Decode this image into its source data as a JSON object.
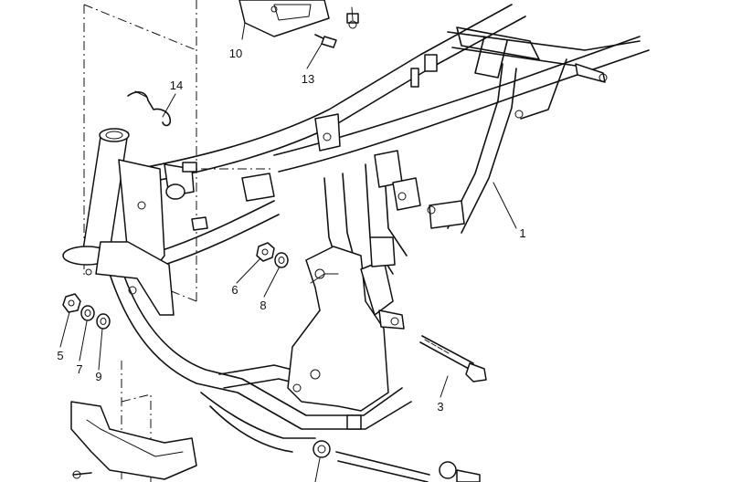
{
  "diagram": {
    "type": "exploded-parts-diagram",
    "colors": {
      "ink": "#111111",
      "background": "#ffffff"
    },
    "parts": [
      {
        "id": "p1",
        "label": "1"
      },
      {
        "id": "p3",
        "label": "3"
      },
      {
        "id": "p5",
        "label": "5"
      },
      {
        "id": "p6",
        "label": "6"
      },
      {
        "id": "p7",
        "label": "7"
      },
      {
        "id": "p8",
        "label": "8"
      },
      {
        "id": "p9",
        "label": "9"
      },
      {
        "id": "p10",
        "label": "10"
      },
      {
        "id": "p13",
        "label": "13"
      },
      {
        "id": "p14",
        "label": "14"
      }
    ]
  }
}
